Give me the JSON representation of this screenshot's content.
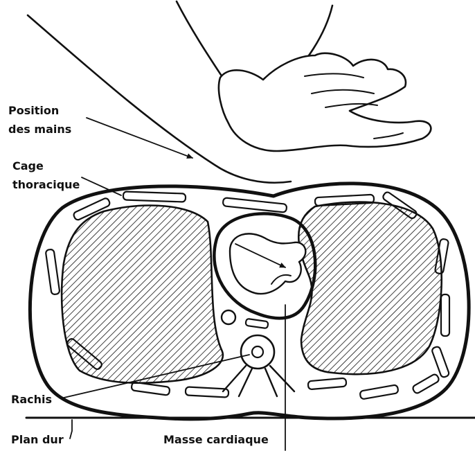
{
  "labels": {
    "hands_position_line1": "Position",
    "hands_position_line2": "des mains",
    "rib_cage_line1": "Cage",
    "rib_cage_line2": "thoracique",
    "spine": "Rachis",
    "hard_surface": "Plan dur",
    "heart_mass": "Masse cardiaque"
  },
  "colors": {
    "ink": "#111111",
    "background": "#ffffff"
  }
}
